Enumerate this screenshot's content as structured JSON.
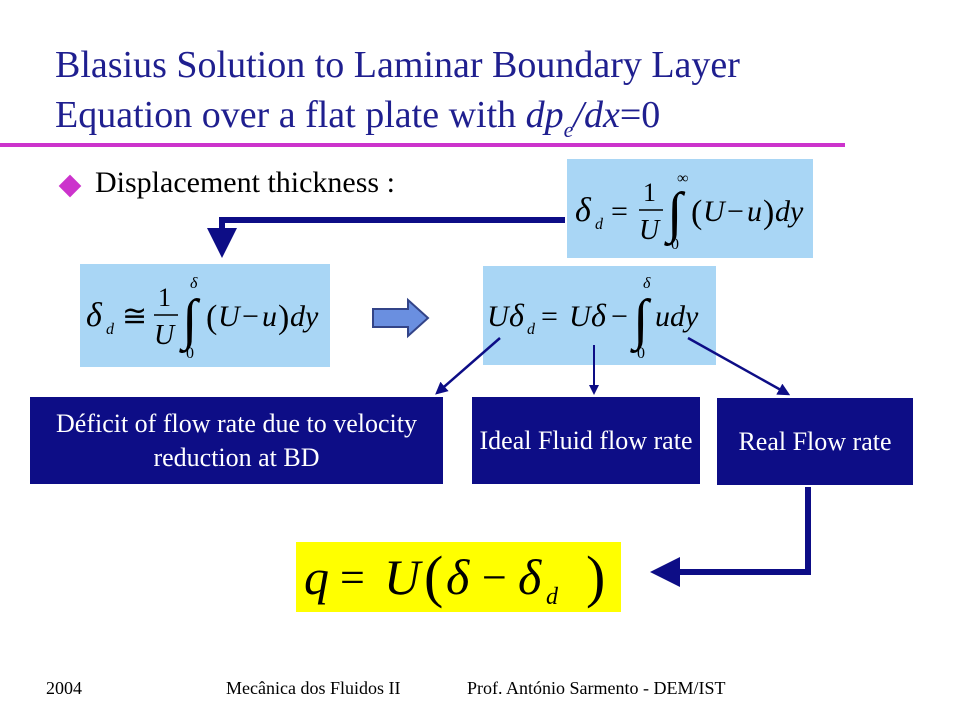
{
  "colors": {
    "title": "#1f1f8f",
    "accent_rule": "#cc33cc",
    "bullet": "#cc33cc",
    "eq_box": "#a9d6f5",
    "label_box": "#0d0d86",
    "result_box": "#ffff00",
    "arrow": "#0d0d86"
  },
  "title": {
    "line1": "Blasius Solution to Laminar Boundary Layer",
    "line2_pre": "Equation over a flat plate with ",
    "line2_d": "dp",
    "line2_sub": "e",
    "line2_post": "/dx",
    "line2_end": "=0"
  },
  "bullet": {
    "icon": "diamond-bullet-icon",
    "text": "Displacement thickness :"
  },
  "equations": {
    "delta": "δ",
    "sub_d": "d",
    "equals": "=",
    "approx": "≅",
    "minus": "−",
    "one": "1",
    "U": "U",
    "u": "u",
    "dy": "dy",
    "zero": "0",
    "infinity": "∞",
    "integral": "∫",
    "lparen": "(",
    "rparen": ")",
    "q": "q",
    "mid_udy": "udy"
  },
  "labels": {
    "deficit": "Déficit of flow rate due to velocity reduction at BD",
    "ideal": "Ideal Fluid flow rate",
    "real": "Real Flow rate"
  },
  "footer": {
    "year": "2004",
    "course": "Mecânica dos Fluidos II",
    "author": "Prof. António Sarmento - DEM/IST"
  }
}
